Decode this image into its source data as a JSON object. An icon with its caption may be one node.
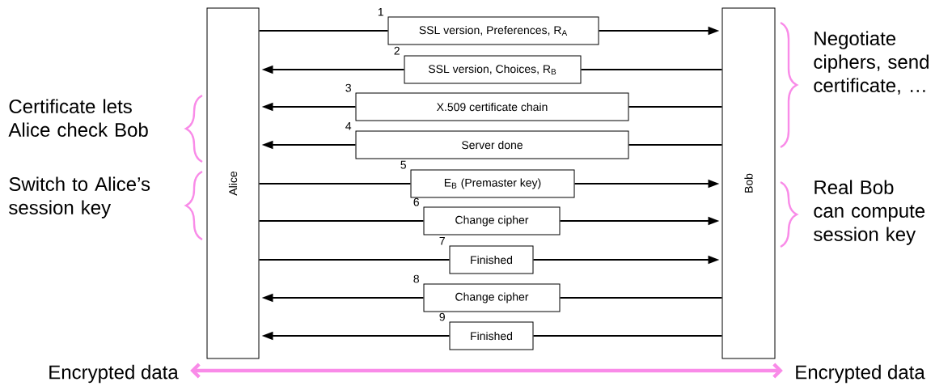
{
  "diagram": {
    "nodes": [
      {
        "text": [
          "Alice"
        ]
      },
      {
        "text": [
          "Bob"
        ]
      },
      {
        "text": [
          "SSL version, Preferences, R$_{A}$"
        ],
        "beside": [
          "1"
        ]
      },
      {
        "text": [
          "SSL version, Choices, R$_{B}$"
        ],
        "beside": [
          "2"
        ]
      },
      {
        "text": [
          "X.509 certificate chain"
        ],
        "beside": [
          "3"
        ]
      },
      {
        "text": [
          "Server done"
        ],
        "beside": [
          "4"
        ]
      },
      {
        "text": [
          "E$_{B}$ (Premaster key)"
        ],
        "beside": [
          "5"
        ]
      },
      {
        "text": [
          "Change cipher"
        ],
        "beside": [
          "6"
        ]
      },
      {
        "text": [
          "Finished"
        ],
        "beside": [
          "7"
        ]
      },
      {
        "text": [
          "Change cipher"
        ],
        "beside": [
          "8"
        ]
      },
      {
        "text": [
          "Finished"
        ],
        "beside": [
          "9"
        ]
      },
      {
        "text": [
          "Encrypted data"
        ]
      },
      {
        "text": [
          "Encrypted data"
        ]
      }
    ],
    "edges": [
      {
        "from": 0,
        "to": 2,
        "arrow": "none"
      },
      {
        "from": 2,
        "to": 1,
        "arrow": "to"
      },
      {
        "from": 1,
        "to": 3,
        "arrow": "none"
      },
      {
        "from": 3,
        "to": 0,
        "arrow": "to"
      },
      {
        "from": 1,
        "to": 4,
        "arrow": "none"
      },
      {
        "from": 4,
        "to": 0,
        "arrow": "to"
      },
      {
        "from": 1,
        "to": 5,
        "arrow": "none"
      },
      {
        "from": 5,
        "to": 0,
        "arrow": "to"
      },
      {
        "from": 0,
        "to": 6,
        "arrow": "none"
      },
      {
        "from": 6,
        "to": 1,
        "arrow": "to"
      },
      {
        "from": 0,
        "to": 7,
        "arrow": "none"
      },
      {
        "from": 7,
        "to": 1,
        "arrow": "to"
      },
      {
        "from": 0,
        "to": 8,
        "arrow": "none"
      },
      {
        "from": 8,
        "to": 1,
        "arrow": "to"
      },
      {
        "from": 1,
        "to": 9,
        "arrow": "none"
      },
      {
        "from": 9,
        "to": 0,
        "arrow": "to"
      },
      {
        "from": 1,
        "to": 10,
        "arrow": "none"
      },
      {
        "from": 10,
        "to": 0,
        "arrow": "to"
      },
      {
        "from": 11,
        "to": 12,
        "arrow": "both",
        "style": "thick",
        "color": "#f98be8"
      }
    ],
    "labels": [
      "Negotiate ciphers, send certificate, …",
      "Certificate lets Alice check Bob",
      "Switch to Alice’s session key",
      "Real Bob can compute session key"
    ]
  }
}
